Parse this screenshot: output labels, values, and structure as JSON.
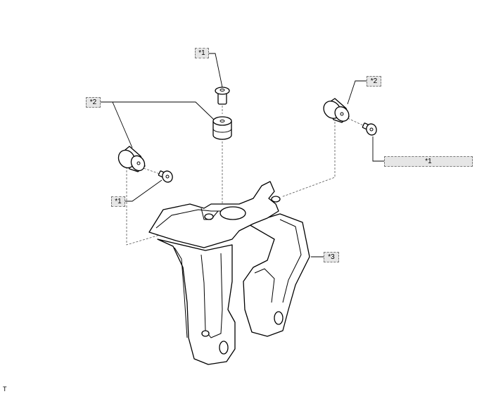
{
  "callouts": {
    "c1_top": "*1",
    "c1_left": "*1",
    "c1_right": "*1",
    "c2_left": "*2",
    "c2_right": "*2",
    "c3": "*3"
  },
  "corner_mark": "T"
}
